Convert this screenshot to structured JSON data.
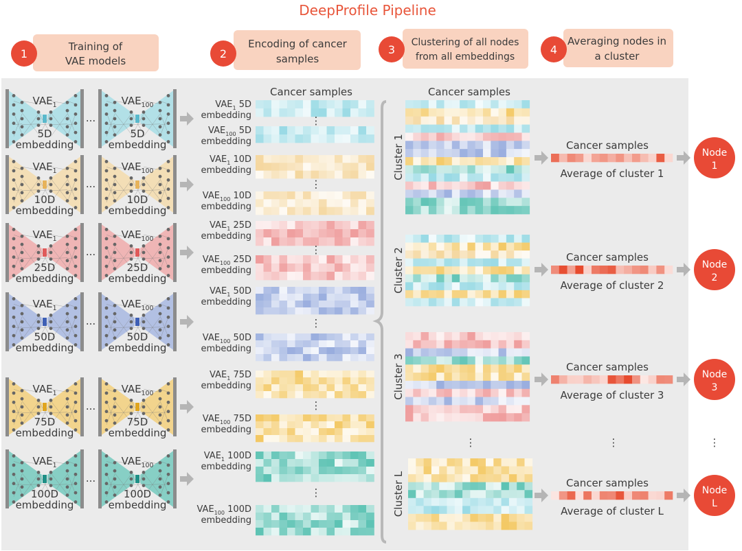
{
  "title": "DeepProfile Pipeline",
  "steps": [
    {
      "num": "1",
      "line1": "Training of",
      "line2": "VAE models"
    },
    {
      "num": "2",
      "line1": "Encoding of cancer",
      "line2": "samples"
    },
    {
      "num": "3",
      "line1": "Clustering of all nodes",
      "line2": "from all embeddings"
    },
    {
      "num": "4",
      "line1": "Averaging nodes in",
      "line2": "a cluster"
    }
  ],
  "vae_rows": [
    {
      "dim": "5D",
      "embed_word": "embedding"
    },
    {
      "dim": "10D",
      "embed_word": "embedding"
    },
    {
      "dim": "25D",
      "embed_word": "embedding"
    },
    {
      "dim": "50D",
      "embed_word": "embedding"
    },
    {
      "dim": "75D",
      "embed_word": "embedding"
    },
    {
      "dim": "100D",
      "embed_word": "embedding"
    }
  ],
  "vae_first": {
    "base": "VAE",
    "sub": "1"
  },
  "vae_last": {
    "base": "VAE",
    "sub": "100"
  },
  "ellipsis_h": "...",
  "ellipsis_v": "⋮",
  "col_header": "Cancer samples",
  "embedding_word": "embedding",
  "clusters": [
    "Cluster 1",
    "Cluster 2",
    "Cluster 3",
    "Cluster L"
  ],
  "averages": [
    {
      "header": "Cancer samples",
      "label": "Average of cluster 1",
      "node_line1": "Node",
      "node_line2": "1"
    },
    {
      "header": "Cancer samples",
      "label": "Average of cluster 2",
      "node_line1": "Node",
      "node_line2": "2"
    },
    {
      "header": "Cancer samples",
      "label": "Average of cluster 3",
      "node_line1": "Node",
      "node_line2": "3"
    },
    {
      "header": "Cancer samples",
      "label": "Average of cluster L",
      "node_line1": "Node",
      "node_line2": "L"
    }
  ],
  "colors": {
    "title": "#e8553a",
    "step_circle": "#e84a36",
    "step_box": "#f9d3c0",
    "panel": "#ebebeb",
    "arrow": "#b5b5b5",
    "node": "#e84a36",
    "teal_5d": "#9fdce6",
    "tan_10d": "#f5d9a4",
    "red_25d": "#f0a3a3",
    "blue_50d": "#9fb2e0",
    "yellow_75d": "#f4cc6e",
    "teal_100d": "#66c6b8"
  }
}
